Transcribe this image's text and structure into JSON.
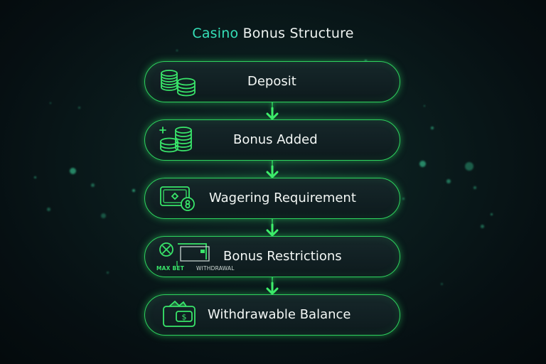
{
  "title": {
    "accent": "Casino",
    "rest": " Bonus Structure"
  },
  "steps": [
    {
      "label": "Deposit",
      "icon": "coin-stacks-icon"
    },
    {
      "label": "Bonus Added",
      "icon": "coins-plus-icon"
    },
    {
      "label": "Wagering Requirement",
      "icon": "banknote-coin-icon"
    },
    {
      "label": "Bonus Restrictions",
      "icon": "restrictions-icon",
      "sublabels": {
        "max_bet": "MAX BET",
        "withdrawal": "WITHDRAWAL"
      }
    },
    {
      "label": "Withdrawable Balance",
      "icon": "wallet-dollar-icon",
      "symbol": "$"
    }
  ],
  "colors": {
    "accent": "#35e0b8",
    "glow": "#2ed25e",
    "background": "#0a1b1c"
  }
}
